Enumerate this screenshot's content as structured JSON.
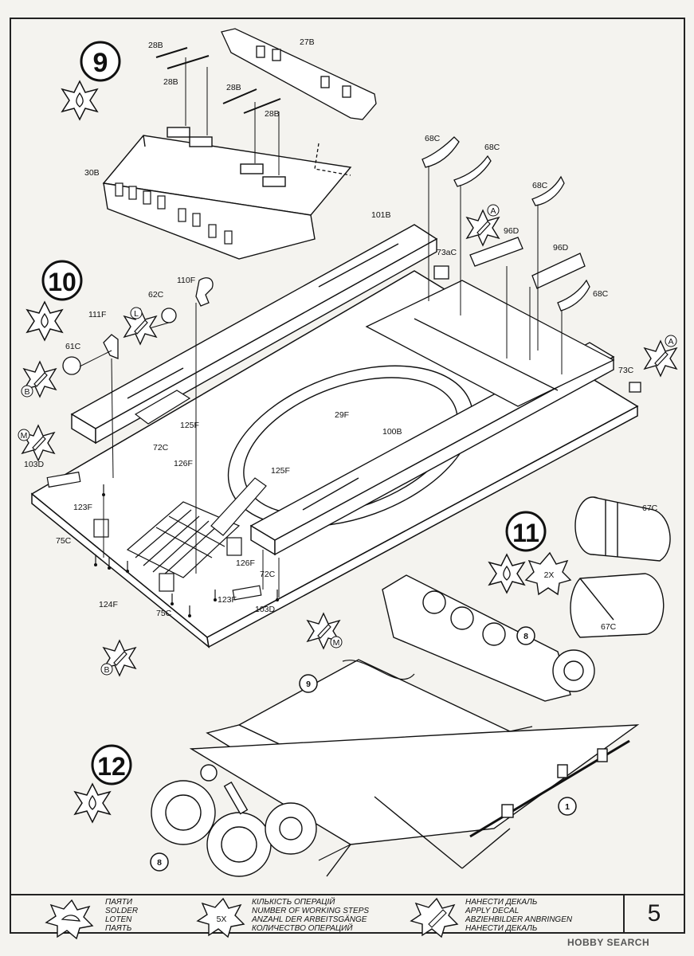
{
  "steps": {
    "step9": "9",
    "step10": "10",
    "step11": "11",
    "step12": "12",
    "multiplier_2x": "2X",
    "callout_9": "9",
    "callout_8_right": "8",
    "callout_8_left": "8",
    "callout_1": "1"
  },
  "parts": {
    "p28B_1": "28B",
    "p28B_2": "28B",
    "p28B_3": "28B",
    "p28B_4": "28B",
    "p27B": "27B",
    "p30B": "30B",
    "p101B": "101B",
    "p68C_1": "68C",
    "p68C_2": "68C",
    "p68C_3": "68C",
    "p68C_4": "68C",
    "p96D_1": "96D",
    "p96D_2": "96D",
    "p73aC": "73aC",
    "p73C": "73C",
    "p110F": "110F",
    "p62C": "62C",
    "p111F": "111F",
    "p61C": "61C",
    "p125F_1": "125F",
    "p125F_2": "125F",
    "p29F": "29F",
    "p100B": "100B",
    "p72C_1": "72C",
    "p72C_2": "72C",
    "p103D_1": "103D",
    "p103D_2": "103D",
    "p126F_1": "126F",
    "p126F_2": "126F",
    "p123F_1": "123F",
    "p123F_2": "123F",
    "p75C_1": "75C",
    "p75C_2": "75C",
    "p124F": "124F",
    "p67C_1": "67C",
    "p67C_2": "67C"
  },
  "markers": {
    "A1": "A",
    "A2": "A",
    "B1": "B",
    "B2": "B",
    "L": "L",
    "M1": "M",
    "M2": "M"
  },
  "legend": {
    "solder": [
      "ПАЯТИ",
      "SOLDER",
      "LOTEN",
      "ПАЯТЬ"
    ],
    "steps_count": [
      "КІЛЬКІСТЬ ОПЕРАЦІЙ",
      "NUMBER OF WORKING STEPS",
      "ANZAHL DER ARBEITSGÄNGE",
      "КОЛИЧЕСТВО ОПЕРАЦИЙ"
    ],
    "steps_icon": "5X",
    "decal": [
      "НАНЕСТИ ДЕКАЛЬ",
      "APPLY DECAL",
      "ABZIEHBILDER ANBRINGEN",
      "НАНЕСТИ ДЕКАЛЬ"
    ]
  },
  "page_number": "5",
  "watermark": "HOBBY SEARCH"
}
